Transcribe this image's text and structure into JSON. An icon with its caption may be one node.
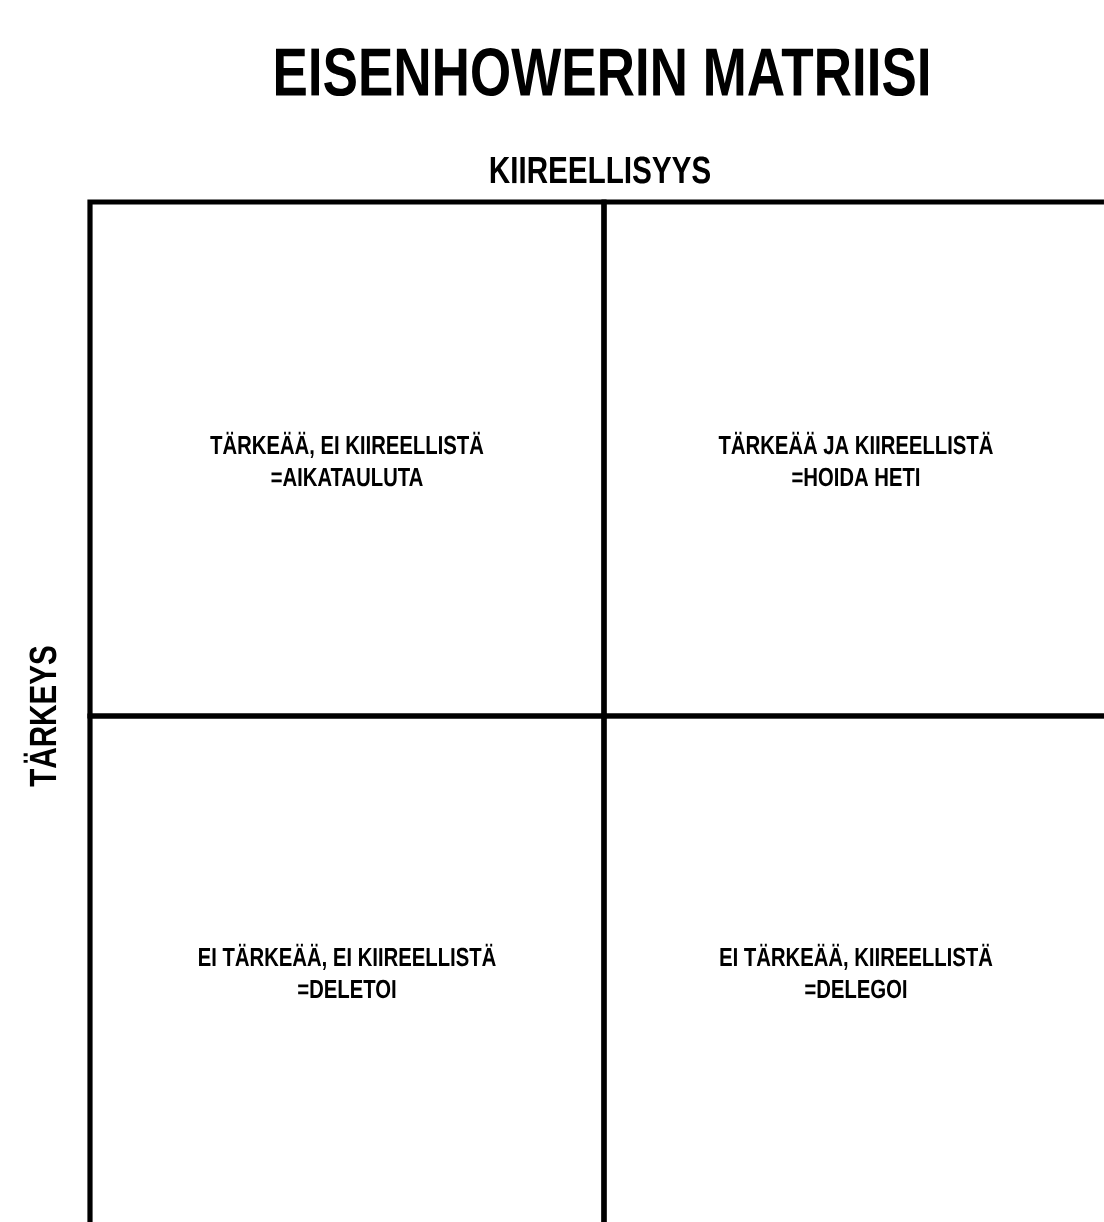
{
  "diagram": {
    "title": "EISENHOWERIN MATRIISI",
    "nodes": [
      {
        "text": [
          "TÄRKEÄÄ, EI KIIREELLISTÄ",
          "=AIKATAULUTA"
        ]
      },
      {
        "text": [
          "TÄRKEÄÄ JA KIIREELLISTÄ",
          "=HOIDA HETI"
        ]
      },
      {
        "text": [
          "EI TÄRKEÄÄ, EI KIIREELLISTÄ",
          "=DELETOI"
        ]
      },
      {
        "text": [
          "EI TÄRKEÄÄ, KIIREELLISTÄ",
          "=DELEGOI"
        ]
      }
    ],
    "labels": [
      "KIIREELLISYYS",
      "TÄRKEYS"
    ]
  }
}
